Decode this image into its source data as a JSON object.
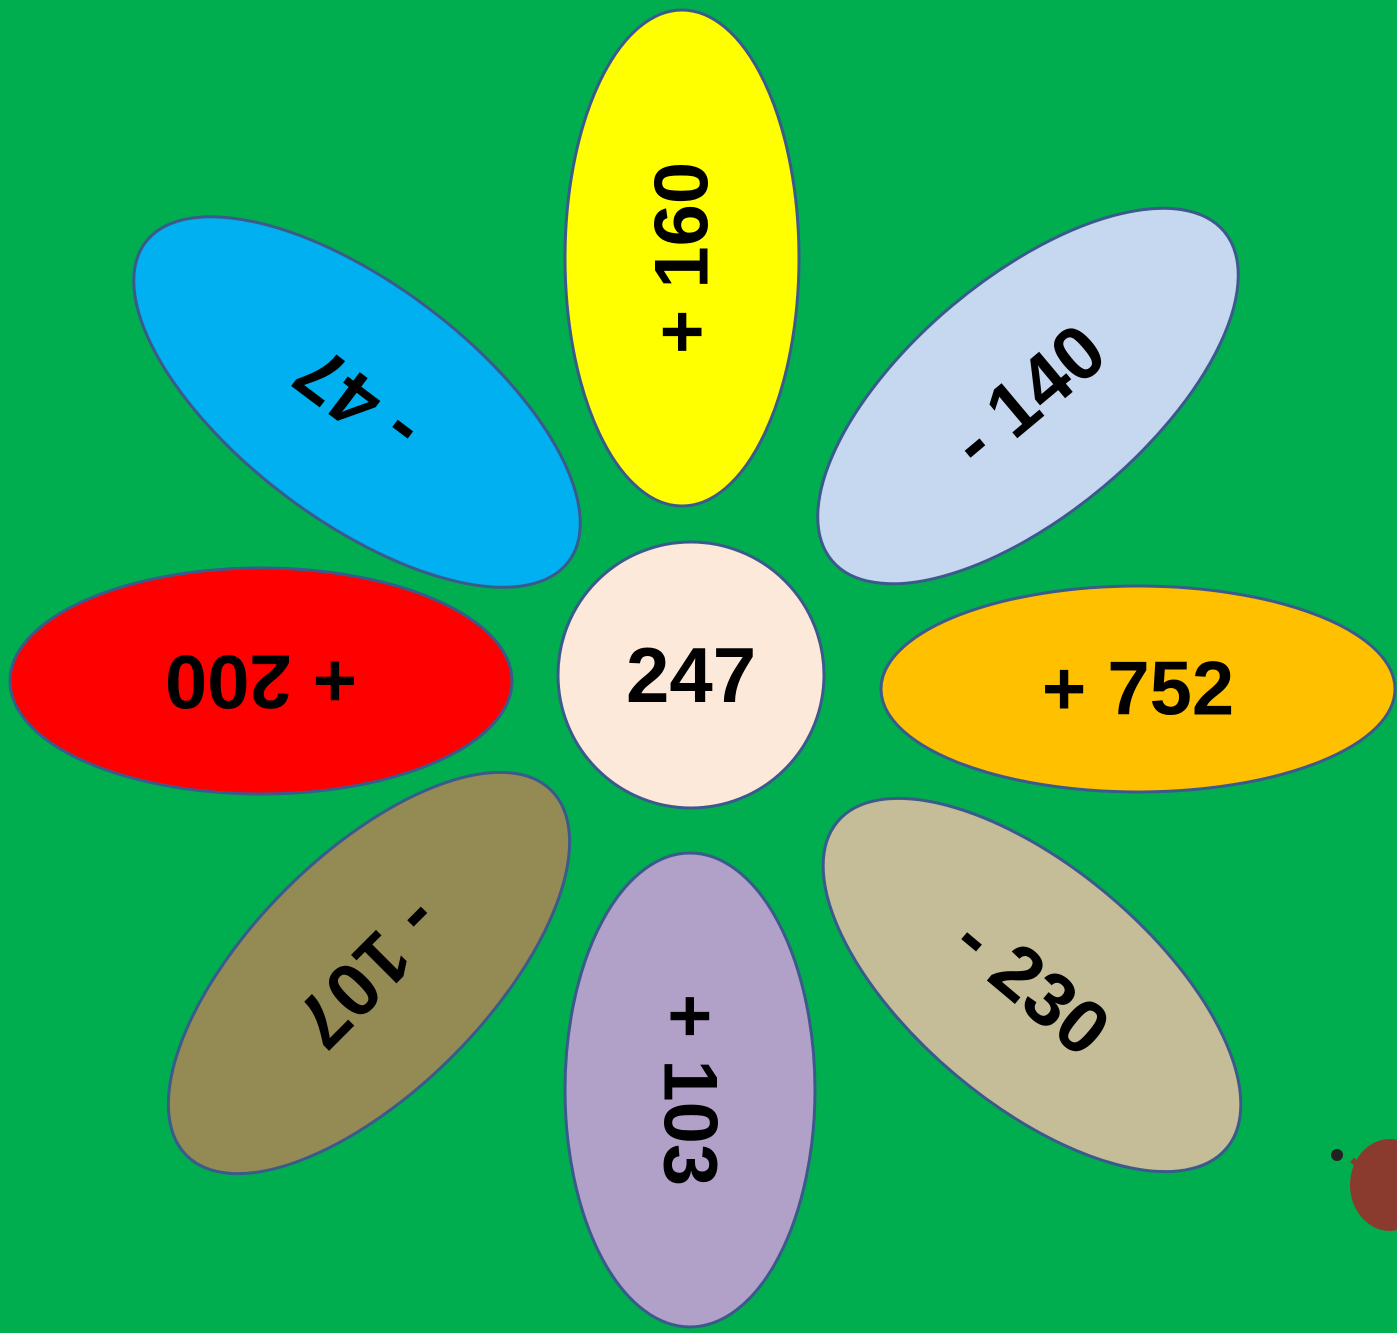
{
  "game": {
    "background": "#00AE4F",
    "outline_color": "#3A5A8C",
    "center": {
      "value": "247",
      "color": "#FCE9DA"
    },
    "petals": [
      {
        "id": "top",
        "label": "+ 160",
        "color": "#FFFF00"
      },
      {
        "id": "top-right",
        "label": "- 140",
        "color": "#C5D8F0"
      },
      {
        "id": "right",
        "label": "+ 752",
        "color": "#FFC000"
      },
      {
        "id": "bottom-right",
        "label": "- 230",
        "color": "#C4BD97"
      },
      {
        "id": "bottom",
        "label": "+ 103",
        "color": "#B1A0C7"
      },
      {
        "id": "bottom-left",
        "label": "- 107",
        "color": "#948A54"
      },
      {
        "id": "left",
        "label": "+ 200",
        "color": "#FF0000"
      },
      {
        "id": "top-left",
        "label": "- 47",
        "color": "#00B0F0"
      }
    ],
    "corner_object": {
      "icon": "mouse-icon",
      "color": "#8B3A2E"
    }
  }
}
